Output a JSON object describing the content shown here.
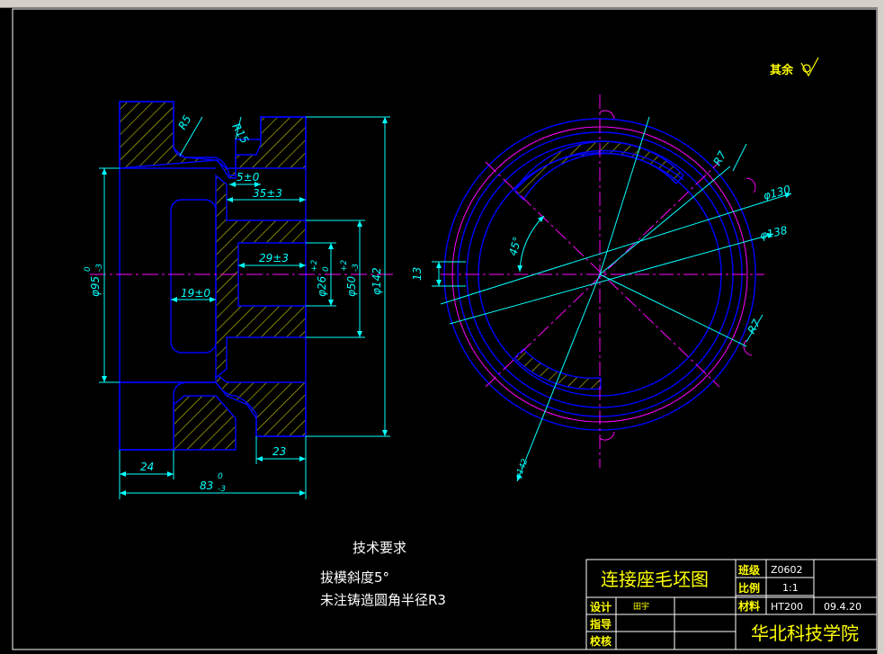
{
  "colors": {
    "background": "#000000",
    "outline": "#0000ff",
    "dimension": "#00ffff",
    "centerline": "#ff00ff",
    "hatch": "#ffff00",
    "text": "#ffffff",
    "titleblock": "#ffff00"
  },
  "roughness_note": "其余",
  "front_view": {
    "dims": {
      "r5": "R5",
      "r15": "R15",
      "d5": "5±0",
      "d35": "35±3",
      "d29": "29±3",
      "d19": "19±0",
      "phi95": "φ95",
      "phi95_tol_up": "0",
      "phi95_tol_low": "-3",
      "phi26": "φ26",
      "phi26_tol_up": "+2",
      "phi26_tol_low": "0",
      "phi50": "φ50",
      "phi50_tol_up": "+2",
      "phi50_tol_low": "-3",
      "phi142": "φ142",
      "d24": "24",
      "d23": "23",
      "d83": "83",
      "d83_tol_up": "0",
      "d83_tol_low": "-3"
    }
  },
  "side_view": {
    "dims": {
      "r7_top": "R7",
      "r7_bottom": "R7",
      "phi130": "φ130",
      "phi138": "φ138",
      "phi142": "φ142",
      "angle45": "45°",
      "d13": "13"
    }
  },
  "tech_requirements": {
    "title": "技术要求",
    "lines": [
      "拔模斜度5°",
      "未注铸造圆角半径R3"
    ]
  },
  "title_block": {
    "drawing_name": "连接座毛坯图",
    "class_label": "班级",
    "class_value": "Z0602",
    "scale_label": "比例",
    "scale_value": "1:1",
    "material_label": "材料",
    "material_value": "HT200",
    "date_value": "09.4.20",
    "design_label": "设计",
    "designer": "田宇",
    "guide_label": "指导",
    "check_label": "校核",
    "school": "华北科技学院"
  }
}
